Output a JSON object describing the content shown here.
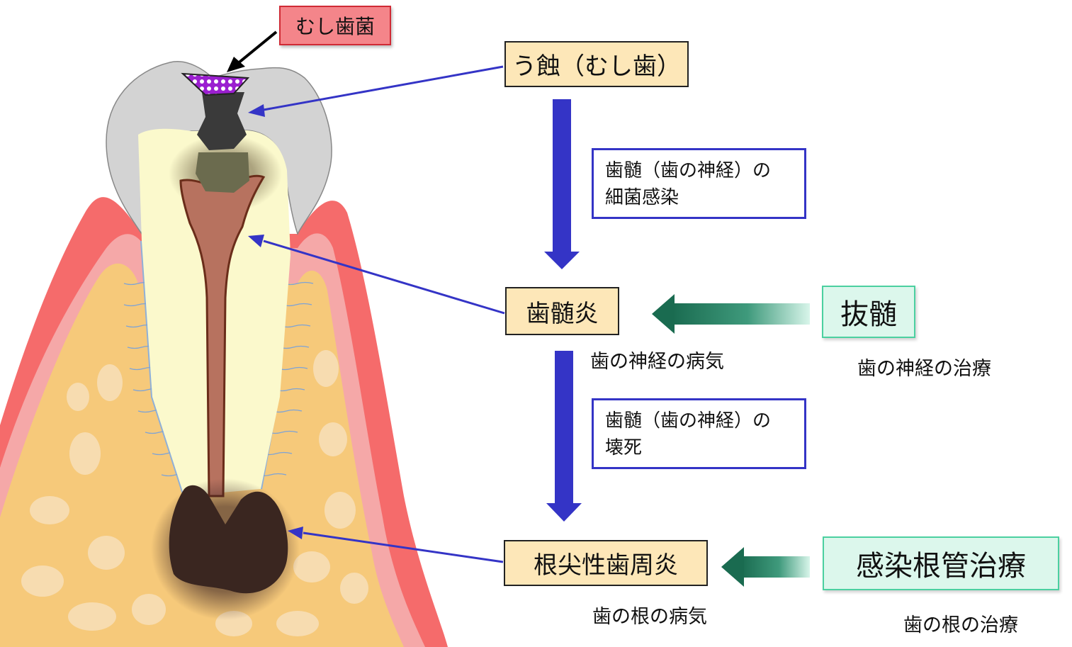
{
  "labels": {
    "bacteria": "むし歯菌",
    "caries": "う蝕（むし歯）",
    "pulpitis": "歯髄炎",
    "periodontitis": "根尖性歯周炎"
  },
  "notes": {
    "infection_line1": "歯髄（歯の神経）の",
    "infection_line2": "細菌感染",
    "necrosis_line1": "歯髄（歯の神経）の",
    "necrosis_line2": "壊死"
  },
  "treatments": {
    "pulpectomy": "抜髄",
    "root_canal": "感染根管治療"
  },
  "captions": {
    "nerve_disease": "歯の神経の病気",
    "nerve_treatment": "歯の神経の治療",
    "root_disease": "歯の根の病気",
    "root_treatment": "歯の根の治療"
  },
  "colors": {
    "flow_arrow": "#3434c6",
    "treatment_arrow": "#1f7a5c",
    "stage_fill": "#fde7b8",
    "treatment_fill": "#dcf7ec",
    "tag_fill": "#f4858a"
  }
}
